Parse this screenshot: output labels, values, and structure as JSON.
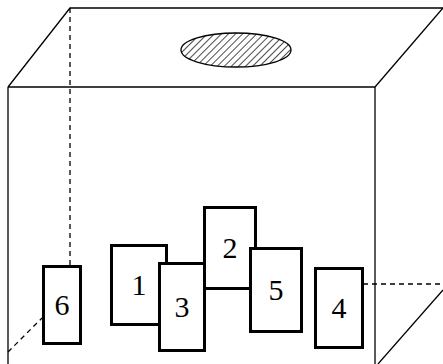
{
  "diagram": {
    "nodes": [
      {
        "text": [
          "6"
        ]
      },
      {
        "text": [
          "1"
        ]
      },
      {
        "text": [
          "3"
        ]
      },
      {
        "text": [
          "2"
        ]
      },
      {
        "text": [
          "5"
        ]
      },
      {
        "text": [
          "4"
        ]
      }
    ]
  }
}
